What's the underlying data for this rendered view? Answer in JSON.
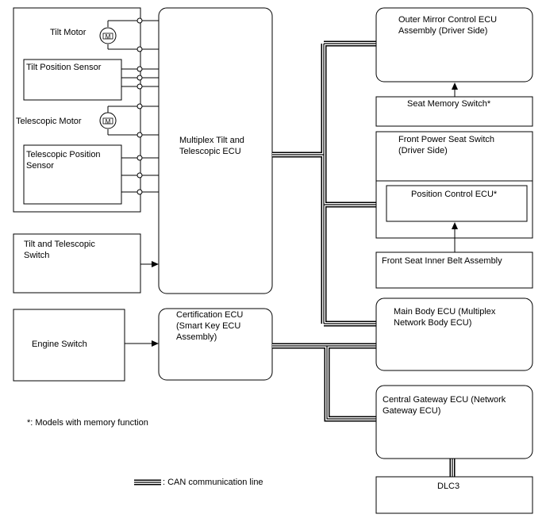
{
  "components": {
    "tilt_motor": "Tilt Motor",
    "tilt_position_sensor": "Tilt Position Sensor",
    "telescopic_motor": "Telescopic Motor",
    "telescopic_position_sensor": [
      "Telescopic Position",
      "Sensor"
    ],
    "tilt_telescopic_switch": [
      "Tilt and Telescopic",
      "Switch"
    ],
    "engine_switch": "Engine Switch",
    "multiplex_ecu": [
      "Multiplex Tilt and",
      "Telescopic ECU"
    ],
    "certification_ecu": [
      "Certification ECU",
      "(Smart Key ECU",
      "Assembly)"
    ],
    "outer_mirror_ecu": [
      "Outer Mirror Control ECU",
      "Assembly (Driver Side)"
    ],
    "seat_memory_switch": "Seat Memory Switch*",
    "front_power_seat_switch": [
      "Front Power Seat Switch",
      "(Driver Side)"
    ],
    "position_control_ecu": "Position Control ECU*",
    "front_seat_inner_belt": "Front Seat Inner Belt Assembly",
    "main_body_ecu": [
      "Main Body ECU (Multiplex",
      "Network Body ECU)"
    ],
    "central_gateway_ecu": [
      "Central Gateway ECU (Network",
      "Gateway ECU)"
    ],
    "dlc3": "DLC3"
  },
  "motor_symbol": "M",
  "footnote": "*: Models with memory function",
  "legend": {
    "can_line": ": CAN communication line"
  }
}
